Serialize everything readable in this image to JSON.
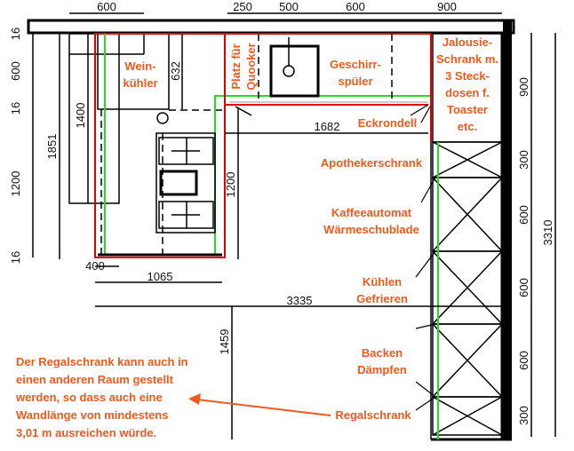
{
  "dimensions": {
    "top": [
      "600",
      "250",
      "500",
      "600",
      "900"
    ],
    "left": [
      "16",
      "600",
      "16",
      "1200",
      "16"
    ],
    "left_total": "1851",
    "cabinet_height": "1400",
    "weinkuehler_depth": "632",
    "island_depth": "1200",
    "counter_length": "1682",
    "bottom": [
      "400",
      "1065",
      "3335"
    ],
    "gap": "1459",
    "right": [
      "900",
      "300",
      "600",
      "600",
      "600",
      "300"
    ],
    "right_total": "3310"
  },
  "labels": {
    "weinkuehler": [
      "Wein-",
      "kühler"
    ],
    "quooker": [
      "Platz für",
      "Quooker"
    ],
    "geschirr": [
      "Geschirr-",
      "spüler"
    ],
    "jalousie": [
      "Jalousie-",
      "Schrank m.",
      "3 Steck-",
      "dosen f.",
      "Toaster",
      "etc."
    ],
    "eckrondell": "Eckrondell",
    "apotheker": "Apothekerschrank",
    "kaffee": [
      "Kaffeeautomat",
      "Wärmeschublade"
    ],
    "kuehlen": [
      "Kühlen",
      "Gefrieren"
    ],
    "backen": [
      "Backen",
      "Dämpfen"
    ],
    "regal": "Regalschrank",
    "note": [
      "Der Regalschrank kann auch in",
      "einen anderen Raum gestellt",
      "werden, so dass auch eine",
      "Wandlänge von mindestens",
      "3,01 m ausreichen würde."
    ]
  },
  "colors": {
    "annotation": "#ee5a1e",
    "outline_red": "#e00000",
    "outline_green": "#22dd22"
  }
}
